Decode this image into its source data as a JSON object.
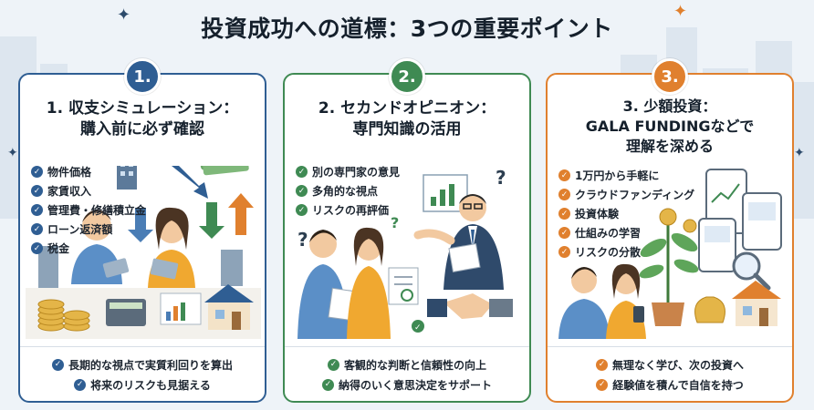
{
  "title": "投資成功への道標：3つの重要ポイント",
  "colors": {
    "card1": "#2f5e93",
    "card2": "#3f8a53",
    "card3": "#e0802e"
  },
  "cards": [
    {
      "number": "1.",
      "title_lines": [
        "1. 収支シミュレーション：",
        "購入前に必ず確認"
      ],
      "items": [
        "物件価格",
        "家賃収入",
        "管理費・修繕積立金",
        "ローン返済額",
        "税金"
      ],
      "footer": [
        "長期的な視点で実質利回りを算出",
        "将来のリスクも見据える"
      ]
    },
    {
      "number": "2.",
      "title_lines": [
        "2. セカンドオピニオン：",
        "専門知識の活用"
      ],
      "items": [
        "別の専門家の意見",
        "多角的な視点",
        "リスクの再評価"
      ],
      "footer": [
        "客観的な判断と信頼性の向上",
        "納得のいく意思決定をサポート"
      ]
    },
    {
      "number": "3.",
      "title_lines": [
        "3. 少額投資：",
        "GALA FUNDINGなどで",
        "理解を深める"
      ],
      "items": [
        "1万円から手軽に",
        "クラウドファンディング",
        "投資体験",
        "仕組みの学習",
        "リスクの分散"
      ],
      "footer": [
        "無理なく学び、次の投資へ",
        "経験値を積んで自信を持つ"
      ]
    }
  ],
  "icons": {
    "check": "check-circle-icon",
    "sparkle": "sparkle-icon"
  }
}
